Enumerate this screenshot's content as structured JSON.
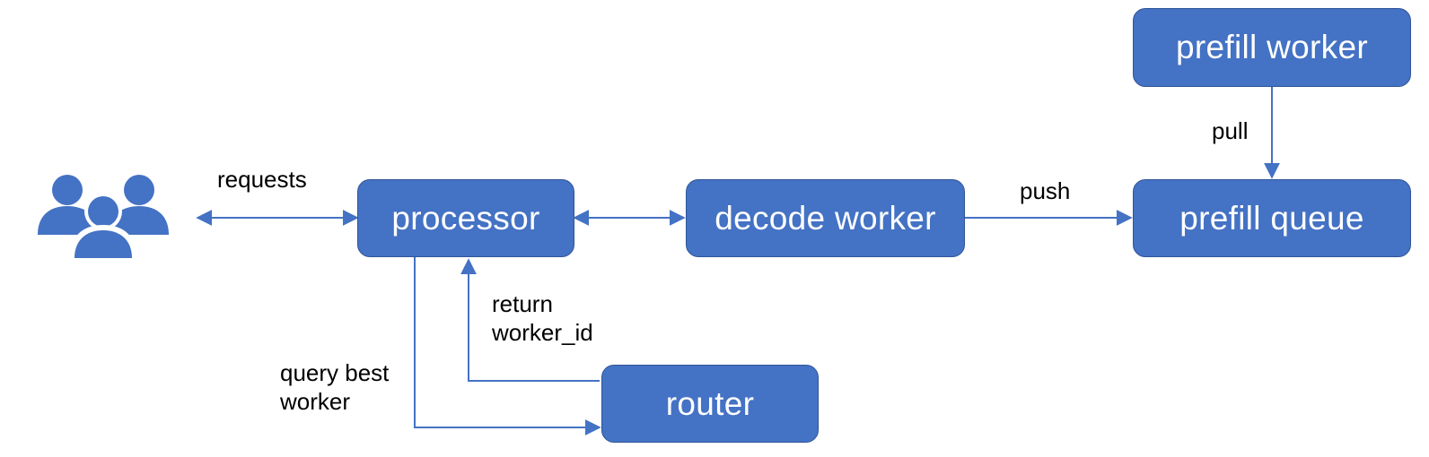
{
  "theme": {
    "node_fill": "#4472c4",
    "node_border": "#2f5597",
    "edge_color": "#4472c4",
    "text_on_node": "#ffffff",
    "label_color": "#000000"
  },
  "icons": {
    "users": "users-icon"
  },
  "nodes": {
    "processor": "processor",
    "decode_worker": "decode worker",
    "prefill_queue": "prefill queue",
    "prefill_worker": "prefill worker",
    "router": "router"
  },
  "edge_labels": {
    "requests": "requests",
    "push": "push",
    "pull": "pull",
    "return_worker_id": "return\nworker_id",
    "query_best_worker": "query best\nworker"
  }
}
